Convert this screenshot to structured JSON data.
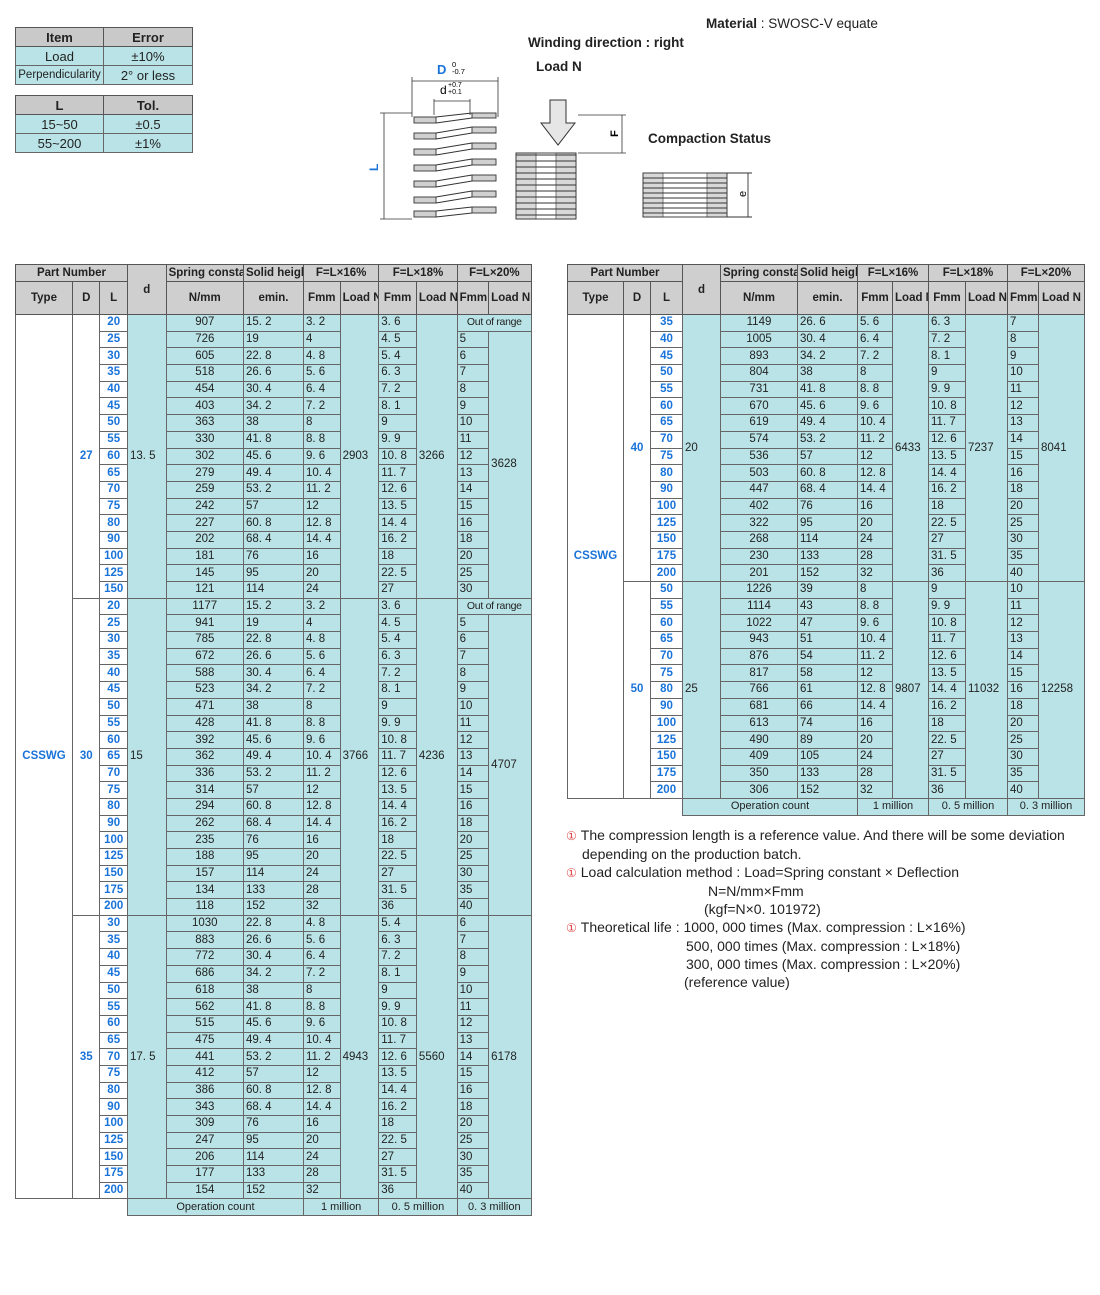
{
  "tolerance_top": {
    "headers": [
      "Item",
      "Error"
    ],
    "rows": [
      [
        "Load",
        "±10%"
      ],
      [
        "Perpendicularity",
        "2° or less"
      ]
    ]
  },
  "tolerance_bottom": {
    "headers": [
      "L",
      "Tol."
    ],
    "rows": [
      [
        "15~50",
        "±0.5"
      ],
      [
        "55~200",
        "±1%"
      ]
    ]
  },
  "material": {
    "label": "Material",
    "value": "SWOSC-V equate"
  },
  "winding": "Winding direction : right",
  "load_label": "Load N",
  "compaction": "Compaction Status",
  "diagram": {
    "D": "D",
    "D_tol_top": "0",
    "D_tol_bot": "-0.7",
    "d": "d",
    "d_tol_top": "+0.7",
    "d_tol_bot": "+0.1",
    "L": "L",
    "F": "F",
    "e": "e"
  },
  "headers": {
    "part_number": "Part Number",
    "type": "Type",
    "D": "D",
    "L": "L",
    "d": "d",
    "spring_constant": "Spring constant",
    "solid_height": "Solid height",
    "units_k": "N/mm",
    "units_e": "emin.",
    "f16": "F=L×16%",
    "f18": "F=L×18%",
    "f20": "F=L×20%",
    "fmm": "Fmm",
    "load_n": "Load N"
  },
  "footer": {
    "label": "Operation count",
    "c16": "1 million",
    "c18": "0. 5 million",
    "c20": "0. 3 million"
  },
  "type_name": "CSSWG",
  "left_groups": [
    {
      "D": "27",
      "d": "13. 5",
      "load16": "2903",
      "load18": "3266",
      "load20": "3628",
      "rows": [
        [
          "20",
          "907",
          "15. 2",
          "3. 2",
          "3. 6",
          "Out of range"
        ],
        [
          "25",
          "726",
          "19",
          "4",
          "4. 5",
          "5"
        ],
        [
          "30",
          "605",
          "22. 8",
          "4. 8",
          "5. 4",
          "6"
        ],
        [
          "35",
          "518",
          "26. 6",
          "5. 6",
          "6. 3",
          "7"
        ],
        [
          "40",
          "454",
          "30. 4",
          "6. 4",
          "7. 2",
          "8"
        ],
        [
          "45",
          "403",
          "34. 2",
          "7. 2",
          "8. 1",
          "9"
        ],
        [
          "50",
          "363",
          "38",
          "8",
          "9",
          "10"
        ],
        [
          "55",
          "330",
          "41. 8",
          "8. 8",
          "9. 9",
          "11"
        ],
        [
          "60",
          "302",
          "45. 6",
          "9. 6",
          "10. 8",
          "12"
        ],
        [
          "65",
          "279",
          "49. 4",
          "10. 4",
          "11. 7",
          "13"
        ],
        [
          "70",
          "259",
          "53. 2",
          "11. 2",
          "12. 6",
          "14"
        ],
        [
          "75",
          "242",
          "57",
          "12",
          "13. 5",
          "15"
        ],
        [
          "80",
          "227",
          "60. 8",
          "12. 8",
          "14. 4",
          "16"
        ],
        [
          "90",
          "202",
          "68. 4",
          "14. 4",
          "16. 2",
          "18"
        ],
        [
          "100",
          "181",
          "76",
          "16",
          "18",
          "20"
        ],
        [
          "125",
          "145",
          "95",
          "20",
          "22. 5",
          "25"
        ],
        [
          "150",
          "121",
          "114",
          "24",
          "27",
          "30"
        ]
      ]
    },
    {
      "D": "30",
      "d": "15",
      "load16": "3766",
      "load18": "4236",
      "load20": "4707",
      "rows": [
        [
          "20",
          "1177",
          "15. 2",
          "3. 2",
          "3. 6",
          "Out of range"
        ],
        [
          "25",
          "941",
          "19",
          "4",
          "4. 5",
          "5"
        ],
        [
          "30",
          "785",
          "22. 8",
          "4. 8",
          "5. 4",
          "6"
        ],
        [
          "35",
          "672",
          "26. 6",
          "5. 6",
          "6. 3",
          "7"
        ],
        [
          "40",
          "588",
          "30. 4",
          "6. 4",
          "7. 2",
          "8"
        ],
        [
          "45",
          "523",
          "34. 2",
          "7. 2",
          "8. 1",
          "9"
        ],
        [
          "50",
          "471",
          "38",
          "8",
          "9",
          "10"
        ],
        [
          "55",
          "428",
          "41. 8",
          "8. 8",
          "9. 9",
          "11"
        ],
        [
          "60",
          "392",
          "45. 6",
          "9. 6",
          "10. 8",
          "12"
        ],
        [
          "65",
          "362",
          "49. 4",
          "10. 4",
          "11. 7",
          "13"
        ],
        [
          "70",
          "336",
          "53. 2",
          "11. 2",
          "12. 6",
          "14"
        ],
        [
          "75",
          "314",
          "57",
          "12",
          "13. 5",
          "15"
        ],
        [
          "80",
          "294",
          "60. 8",
          "12. 8",
          "14. 4",
          "16"
        ],
        [
          "90",
          "262",
          "68. 4",
          "14. 4",
          "16. 2",
          "18"
        ],
        [
          "100",
          "235",
          "76",
          "16",
          "18",
          "20"
        ],
        [
          "125",
          "188",
          "95",
          "20",
          "22. 5",
          "25"
        ],
        [
          "150",
          "157",
          "114",
          "24",
          "27",
          "30"
        ],
        [
          "175",
          "134",
          "133",
          "28",
          "31. 5",
          "35"
        ],
        [
          "200",
          "118",
          "152",
          "32",
          "36",
          "40"
        ]
      ]
    },
    {
      "D": "35",
      "d": "17. 5",
      "load16": "4943",
      "load18": "5560",
      "load20": "6178",
      "rows": [
        [
          "30",
          "1030",
          "22. 8",
          "4. 8",
          "5. 4",
          "6"
        ],
        [
          "35",
          "883",
          "26. 6",
          "5. 6",
          "6. 3",
          "7"
        ],
        [
          "40",
          "772",
          "30. 4",
          "6. 4",
          "7. 2",
          "8"
        ],
        [
          "45",
          "686",
          "34. 2",
          "7. 2",
          "8. 1",
          "9"
        ],
        [
          "50",
          "618",
          "38",
          "8",
          "9",
          "10"
        ],
        [
          "55",
          "562",
          "41. 8",
          "8. 8",
          "9. 9",
          "11"
        ],
        [
          "60",
          "515",
          "45. 6",
          "9. 6",
          "10. 8",
          "12"
        ],
        [
          "65",
          "475",
          "49. 4",
          "10. 4",
          "11. 7",
          "13"
        ],
        [
          "70",
          "441",
          "53. 2",
          "11. 2",
          "12. 6",
          "14"
        ],
        [
          "75",
          "412",
          "57",
          "12",
          "13. 5",
          "15"
        ],
        [
          "80",
          "386",
          "60. 8",
          "12. 8",
          "14. 4",
          "16"
        ],
        [
          "90",
          "343",
          "68. 4",
          "14. 4",
          "16. 2",
          "18"
        ],
        [
          "100",
          "309",
          "76",
          "16",
          "18",
          "20"
        ],
        [
          "125",
          "247",
          "95",
          "20",
          "22. 5",
          "25"
        ],
        [
          "150",
          "206",
          "114",
          "24",
          "27",
          "30"
        ],
        [
          "175",
          "177",
          "133",
          "28",
          "31. 5",
          "35"
        ],
        [
          "200",
          "154",
          "152",
          "32",
          "36",
          "40"
        ]
      ]
    }
  ],
  "right_groups": [
    {
      "D": "40",
      "d": "20",
      "load16": "6433",
      "load18": "7237",
      "load20": "8041",
      "rows": [
        [
          "35",
          "1149",
          "26. 6",
          "5. 6",
          "6. 3",
          "7"
        ],
        [
          "40",
          "1005",
          "30. 4",
          "6. 4",
          "7. 2",
          "8"
        ],
        [
          "45",
          "893",
          "34. 2",
          "7. 2",
          "8. 1",
          "9"
        ],
        [
          "50",
          "804",
          "38",
          "8",
          "9",
          "10"
        ],
        [
          "55",
          "731",
          "41. 8",
          "8. 8",
          "9. 9",
          "11"
        ],
        [
          "60",
          "670",
          "45. 6",
          "9. 6",
          "10. 8",
          "12"
        ],
        [
          "65",
          "619",
          "49. 4",
          "10. 4",
          "11. 7",
          "13"
        ],
        [
          "70",
          "574",
          "53. 2",
          "11. 2",
          "12. 6",
          "14"
        ],
        [
          "75",
          "536",
          "57",
          "12",
          "13. 5",
          "15"
        ],
        [
          "80",
          "503",
          "60. 8",
          "12. 8",
          "14. 4",
          "16"
        ],
        [
          "90",
          "447",
          "68. 4",
          "14. 4",
          "16. 2",
          "18"
        ],
        [
          "100",
          "402",
          "76",
          "16",
          "18",
          "20"
        ],
        [
          "125",
          "322",
          "95",
          "20",
          "22. 5",
          "25"
        ],
        [
          "150",
          "268",
          "114",
          "24",
          "27",
          "30"
        ],
        [
          "175",
          "230",
          "133",
          "28",
          "31. 5",
          "35"
        ],
        [
          "200",
          "201",
          "152",
          "32",
          "36",
          "40"
        ]
      ]
    },
    {
      "D": "50",
      "d": "25",
      "load16": "9807",
      "load18": "11032",
      "load20": "12258",
      "rows": [
        [
          "50",
          "1226",
          "39",
          "8",
          "9",
          "10"
        ],
        [
          "55",
          "1114",
          "43",
          "8. 8",
          "9. 9",
          "11"
        ],
        [
          "60",
          "1022",
          "47",
          "9. 6",
          "10. 8",
          "12"
        ],
        [
          "65",
          "943",
          "51",
          "10. 4",
          "11. 7",
          "13"
        ],
        [
          "70",
          "876",
          "54",
          "11. 2",
          "12. 6",
          "14"
        ],
        [
          "75",
          "817",
          "58",
          "12",
          "13. 5",
          "15"
        ],
        [
          "80",
          "766",
          "61",
          "12. 8",
          "14. 4",
          "16"
        ],
        [
          "90",
          "681",
          "66",
          "14. 4",
          "16. 2",
          "18"
        ],
        [
          "100",
          "613",
          "74",
          "16",
          "18",
          "20"
        ],
        [
          "125",
          "490",
          "89",
          "20",
          "22. 5",
          "25"
        ],
        [
          "150",
          "409",
          "105",
          "24",
          "27",
          "30"
        ],
        [
          "175",
          "350",
          "133",
          "28",
          "31. 5",
          "35"
        ],
        [
          "200",
          "306",
          "152",
          "32",
          "36",
          "40"
        ]
      ]
    }
  ],
  "notes": [
    {
      "icon": "①",
      "text": "The compression length is a reference value.  And there will be some deviation"
    },
    {
      "icon": "",
      "text": "depending on the production batch."
    },
    {
      "icon": "①",
      "text": "Load calculation method : Load=Spring constant × Deflection"
    },
    {
      "icon": "",
      "text": "N=N/mm×Fmm"
    },
    {
      "icon": "",
      "text": "(kgf=N×0. 101972)"
    },
    {
      "icon": "①",
      "text": "Theoretical life : 1000, 000 times (Max. compression : L×16%)"
    },
    {
      "icon": "",
      "text": "500, 000 times (Max. compression : L×18%)"
    },
    {
      "icon": "",
      "text": "300, 000 times (Max. compression : L×20%)"
    },
    {
      "icon": "",
      "text": "(reference value)"
    }
  ]
}
